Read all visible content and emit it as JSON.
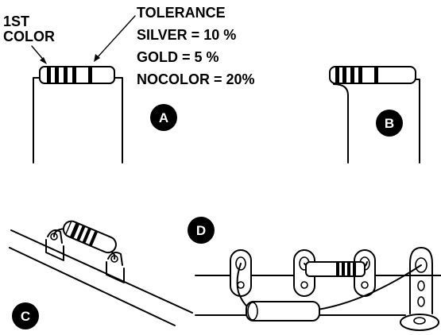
{
  "labels": {
    "first_color": [
      "1ST",
      "COLOR"
    ],
    "tolerance": [
      "TOLERANCE",
      "SILVER = 10 %",
      "GOLD = 5 %",
      "NOCOLOR = 20%"
    ]
  },
  "badges": {
    "a": "A",
    "b": "B",
    "c": "C",
    "d": "D"
  },
  "colors": {
    "ink": "#000000",
    "paper": "#ffffff"
  }
}
